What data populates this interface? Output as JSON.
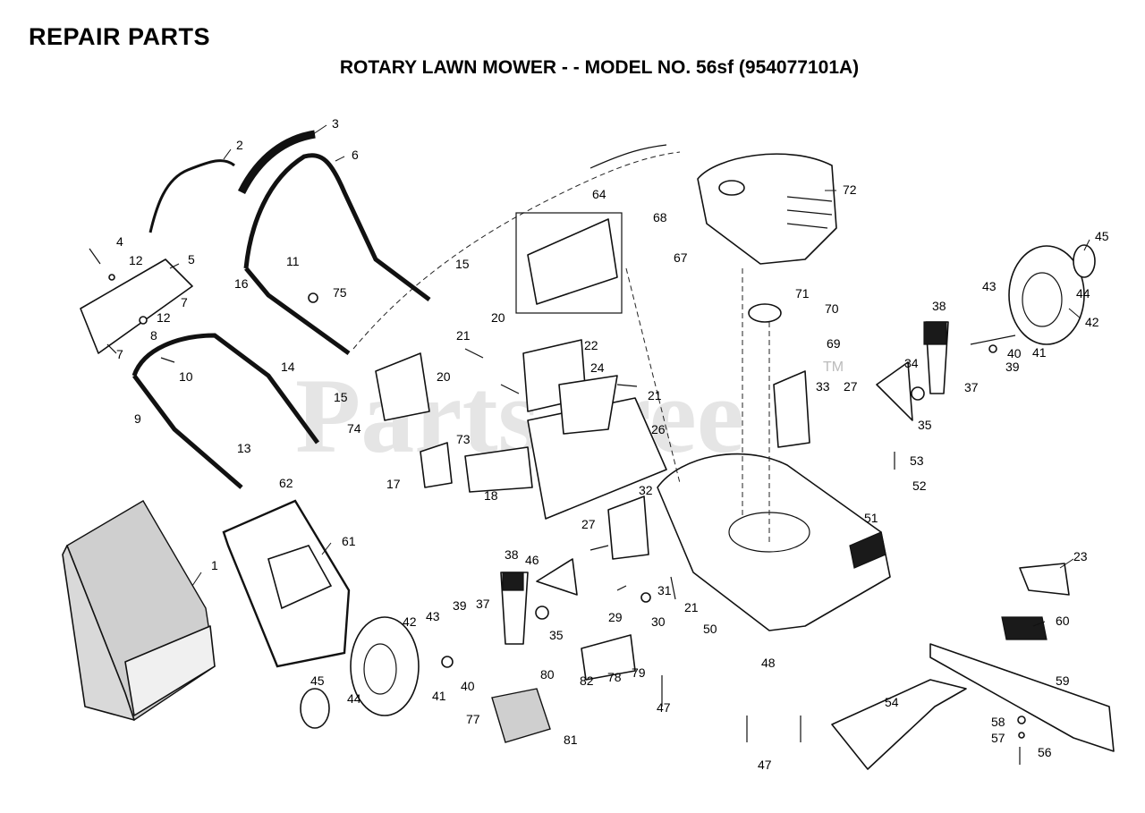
{
  "page": {
    "title": "REPAIR PARTS",
    "subtitle": "ROTARY LAWN MOWER - - MODEL NO. 56sf (954077101A)"
  },
  "watermark": {
    "text": "PartsTree",
    "tm": "TM"
  },
  "callouts": {
    "c1": "1",
    "c2": "2",
    "c3": "3",
    "c4": "4",
    "c5": "5",
    "c6": "6",
    "c7a": "7",
    "c7b": "7",
    "c8": "8",
    "c9": "9",
    "c10": "10",
    "c11": "11",
    "c12a": "12",
    "c12b": "12",
    "c13": "13",
    "c14": "14",
    "c15a": "15",
    "c15b": "15",
    "c16": "16",
    "c17": "17",
    "c18": "18",
    "c20a": "20",
    "c20b": "20",
    "c21a": "21",
    "c21b": "21",
    "c21c": "21",
    "c22": "22",
    "c23": "23",
    "c24": "24",
    "c26": "26",
    "c27a": "27",
    "c27b": "27",
    "c29": "29",
    "c30": "30",
    "c31": "31",
    "c32": "32",
    "c33": "33",
    "c34": "34",
    "c35a": "35",
    "c35b": "35",
    "c37a": "37",
    "c37b": "37",
    "c38a": "38",
    "c38b": "38",
    "c39a": "39",
    "c39b": "39",
    "c40a": "40",
    "c40b": "40",
    "c41a": "41",
    "c41b": "41",
    "c42a": "42",
    "c42b": "42",
    "c43a": "43",
    "c43b": "43",
    "c44a": "44",
    "c44b": "44",
    "c45a": "45",
    "c45b": "45",
    "c46": "46",
    "c47a": "47",
    "c47b": "47",
    "c48": "48",
    "c50": "50",
    "c51": "51",
    "c52": "52",
    "c53": "53",
    "c54": "54",
    "c56": "56",
    "c57": "57",
    "c58": "58",
    "c59": "59",
    "c60": "60",
    "c61": "61",
    "c62": "62",
    "c64": "64",
    "c67": "67",
    "c68": "68",
    "c69": "69",
    "c70": "70",
    "c71": "71",
    "c72": "72",
    "c73": "73",
    "c74": "74",
    "c75": "75",
    "c77": "77",
    "c78": "78",
    "c79": "79",
    "c80": "80",
    "c81": "81",
    "c82": "82"
  }
}
